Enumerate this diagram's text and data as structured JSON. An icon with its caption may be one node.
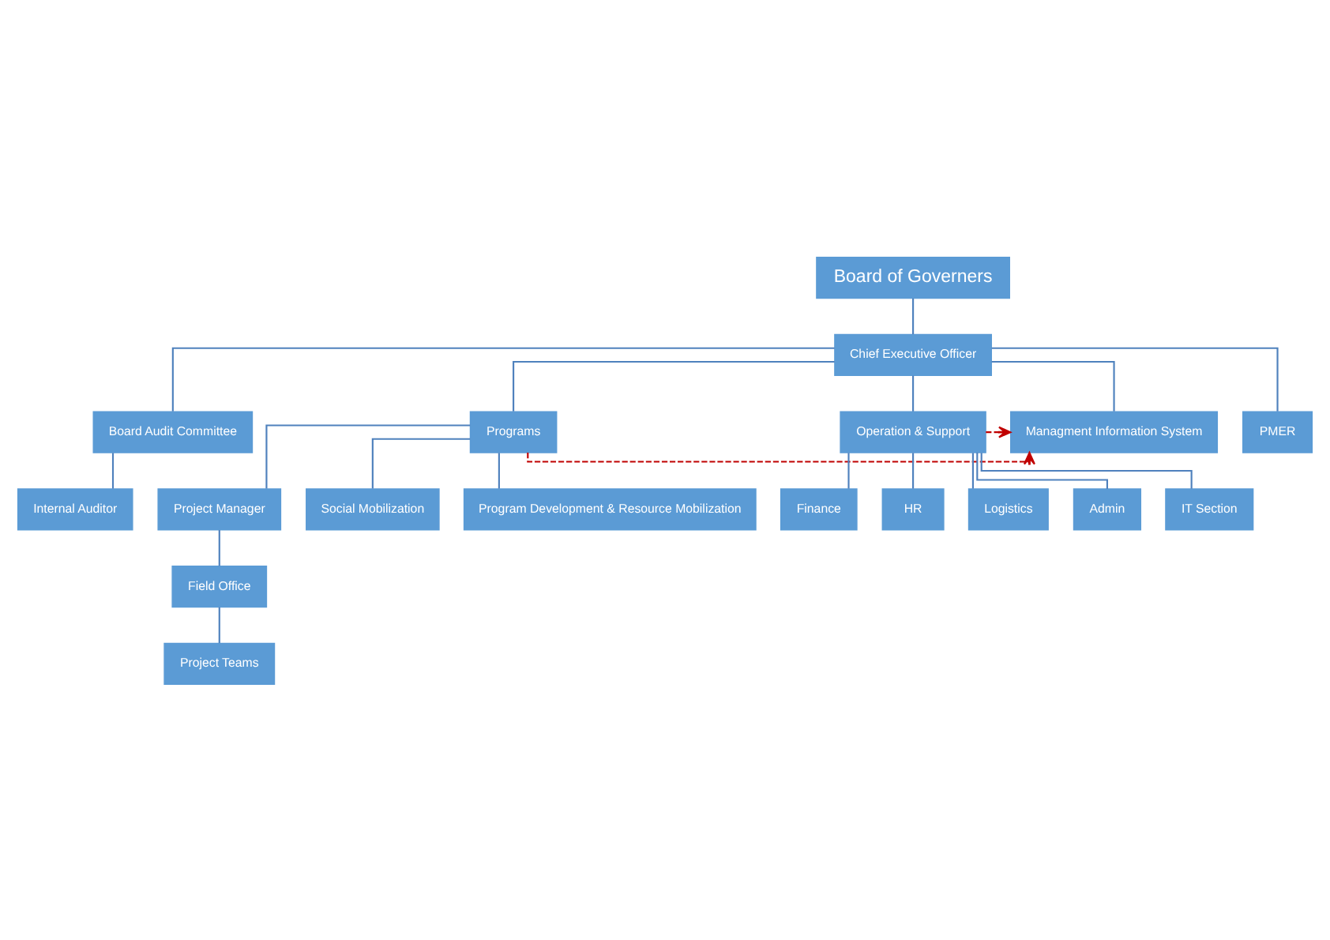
{
  "diagram": {
    "nodes": [
      {
        "text": [
          "Board of Governers"
        ]
      },
      {
        "text": [
          "Chief Executive Officer"
        ]
      },
      {
        "text": [
          "Board Audit Committee"
        ]
      },
      {
        "text": [
          "Programs"
        ]
      },
      {
        "text": [
          "Internal Auditor"
        ]
      },
      {
        "text": [
          "Project Manager"
        ]
      },
      {
        "text": [
          "Social Mobilization"
        ]
      },
      {
        "text": [
          "Operation & Support"
        ]
      },
      {
        "text": [
          "Field Office"
        ]
      },
      {
        "text": [
          "Finance"
        ]
      },
      {
        "text": [
          "HR"
        ]
      },
      {
        "text": [
          "Project Teams"
        ]
      },
      {
        "text": [
          "Logistics"
        ]
      },
      {
        "text": [
          "Admin"
        ]
      },
      {
        "text": [
          "IT Section"
        ]
      },
      {
        "text": [
          "Program Development & Resource Mobilization"
        ]
      },
      {
        "text": [
          "Managment Information System"
        ]
      },
      {
        "text": [
          "PMER"
        ]
      }
    ],
    "edges": [
      {
        "from": 0,
        "to": 1,
        "arrow": "none"
      },
      {
        "from": 1,
        "to": 2,
        "arrow": "none"
      },
      {
        "from": 2,
        "to": 4,
        "arrow": "none"
      },
      {
        "from": 1,
        "to": 3,
        "arrow": "none"
      },
      {
        "from": 1,
        "to": 7,
        "arrow": "none"
      },
      {
        "from": 1,
        "to": 16,
        "arrow": "none"
      },
      {
        "from": 1,
        "to": 17,
        "arrow": "none"
      },
      {
        "from": 3,
        "to": 5,
        "arrow": "none"
      },
      {
        "from": 3,
        "to": 6,
        "arrow": "none"
      },
      {
        "from": 3,
        "to": 15,
        "arrow": "none"
      },
      {
        "from": 5,
        "to": 8,
        "arrow": "none"
      },
      {
        "from": 8,
        "to": 11,
        "arrow": "none"
      },
      {
        "from": 7,
        "to": 9,
        "arrow": "none"
      },
      {
        "from": 7,
        "to": 10,
        "arrow": "none"
      },
      {
        "from": 7,
        "to": 12,
        "arrow": "none"
      },
      {
        "from": 7,
        "to": 13,
        "arrow": "none"
      },
      {
        "from": 7,
        "to": 14,
        "arrow": "none"
      },
      {
        "from": 3,
        "to": 16,
        "arrow": "to",
        "style": "dashed",
        "color": "#c00000"
      },
      {
        "from": 7,
        "to": 16,
        "arrow": "to",
        "style": "dashed",
        "color": "#c00000"
      }
    ]
  }
}
